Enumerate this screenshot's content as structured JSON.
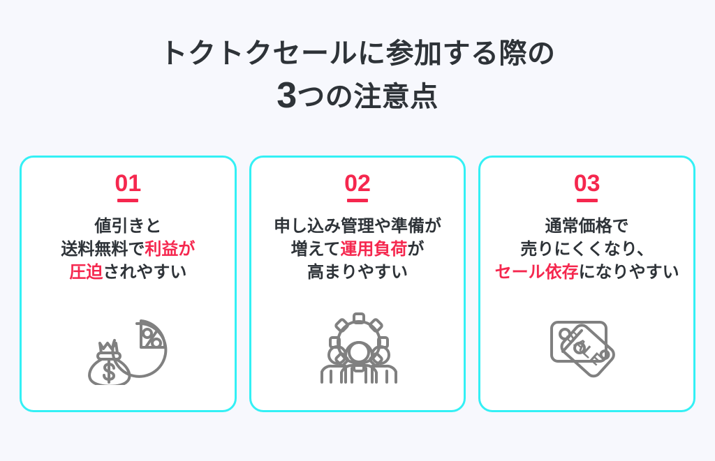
{
  "background_color": "#f7f8fd",
  "accent_border_color": "#33f0f5",
  "accent_red_color": "#f5274e",
  "text_color": "#2e3338",
  "icon_color": "#808080",
  "heading": {
    "line1": "トクトクセールに参加する際の",
    "line2_number": "3",
    "line2_rest": "つの注意点"
  },
  "cards": [
    {
      "number": "01",
      "icon": "money-bag-pie-chart-percent-icon",
      "text_lines": [
        [
          {
            "t": "値引きと",
            "hl": false
          }
        ],
        [
          {
            "t": "送料無料で",
            "hl": false
          },
          {
            "t": "利益が",
            "hl": true
          }
        ],
        [
          {
            "t": "圧迫",
            "hl": true
          },
          {
            "t": "されやすい",
            "hl": false
          }
        ]
      ]
    },
    {
      "number": "02",
      "icon": "gear-team-people-icon",
      "text_lines": [
        [
          {
            "t": "申し込み管理や準備が",
            "hl": false
          }
        ],
        [
          {
            "t": "増えて",
            "hl": false
          },
          {
            "t": "運用負荷",
            "hl": true
          },
          {
            "t": "が",
            "hl": false
          }
        ],
        [
          {
            "t": "高まりやすい",
            "hl": false
          }
        ]
      ]
    },
    {
      "number": "03",
      "icon": "sale-price-tags-percent-icon",
      "text_lines": [
        [
          {
            "t": "通常価格で",
            "hl": false
          }
        ],
        [
          {
            "t": "売りにくくなり、",
            "hl": false
          }
        ],
        [
          {
            "t": "セール依存",
            "hl": true
          },
          {
            "t": "になりやすい",
            "hl": false
          }
        ]
      ]
    }
  ]
}
